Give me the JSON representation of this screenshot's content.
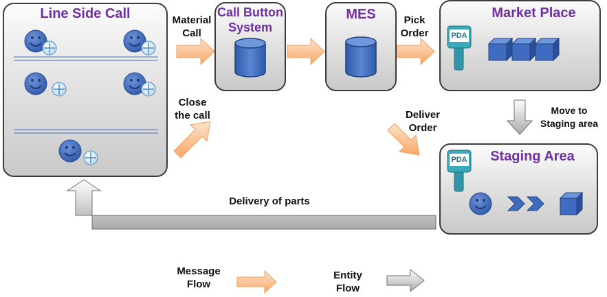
{
  "boxes": {
    "line_side_call": "Line Side Call",
    "call_button_system": "Call Button\nSystem",
    "mes": "MES",
    "market_place": "Market Place",
    "staging_area": "Staging Area"
  },
  "labels": {
    "material_call": "Material\nCall",
    "pick_order": "Pick\nOrder",
    "close_the_call": "Close\nthe call",
    "deliver_order": "Deliver\nOrder",
    "move_to_staging": "Move to\nStaging area",
    "delivery_of_parts": "Delivery of parts"
  },
  "pda_label": "PDA",
  "legend": {
    "message_flow": "Message\nFlow",
    "entity_flow": "Entity\nFlow"
  },
  "colors": {
    "message_arrow": "#f9b882",
    "entity_arrow": "#d0d0d0",
    "title_purple": "#7030a0",
    "blue": "#4472c4",
    "pda_teal": "#31a3b5"
  }
}
